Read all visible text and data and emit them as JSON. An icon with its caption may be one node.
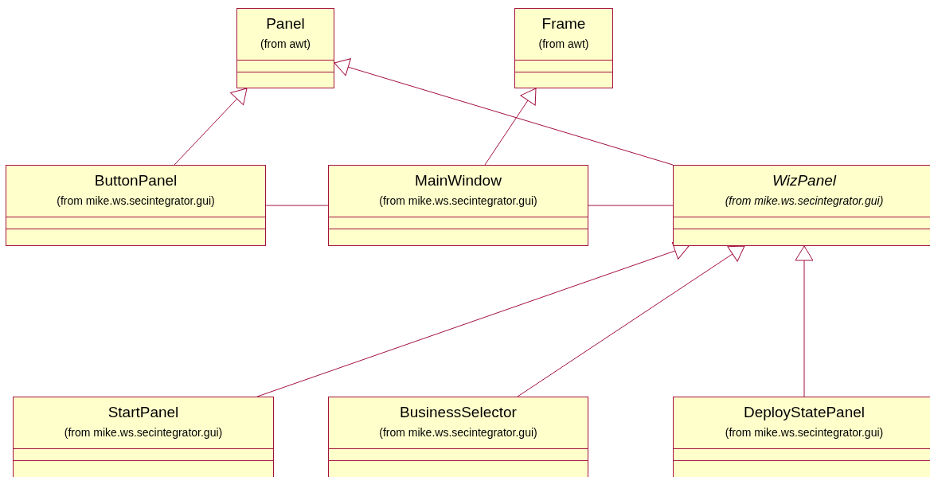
{
  "diagram": {
    "nodes": [
      {
        "text": [
          "Panel",
          "(from awt)"
        ]
      },
      {
        "text": [
          "Frame",
          "(from awt)"
        ]
      },
      {
        "text": [
          "ButtonPanel",
          "(from mike.ws.secintegrator.gui)"
        ]
      },
      {
        "text": [
          "MainWindow",
          "(from mike.ws.secintegrator.gui)"
        ]
      },
      {
        "text": [
          "WizPanel",
          "(from mike.ws.secintegrator.gui)"
        ]
      },
      {
        "text": [
          "StartPanel",
          "(from mike.ws.secintegrator.gui)"
        ]
      },
      {
        "text": [
          "BusinessSelector",
          "(from mike.ws.secintegrator.gui)"
        ]
      },
      {
        "text": [
          "DeployStatePanel",
          "(from mike.ws.secintegrator.gui)"
        ]
      }
    ],
    "edges": [
      {
        "from": 2,
        "to": 0,
        "arrow": "to"
      },
      {
        "from": 3,
        "to": 1,
        "arrow": "to"
      },
      {
        "from": 4,
        "to": 0,
        "arrow": "to"
      },
      {
        "from": 2,
        "to": 3,
        "arrow": "none"
      },
      {
        "from": 3,
        "to": 4,
        "arrow": "none"
      },
      {
        "from": 5,
        "to": 4,
        "arrow": "to"
      },
      {
        "from": 6,
        "to": 4,
        "arrow": "to"
      },
      {
        "from": 7,
        "to": 4,
        "arrow": "to"
      }
    ]
  }
}
